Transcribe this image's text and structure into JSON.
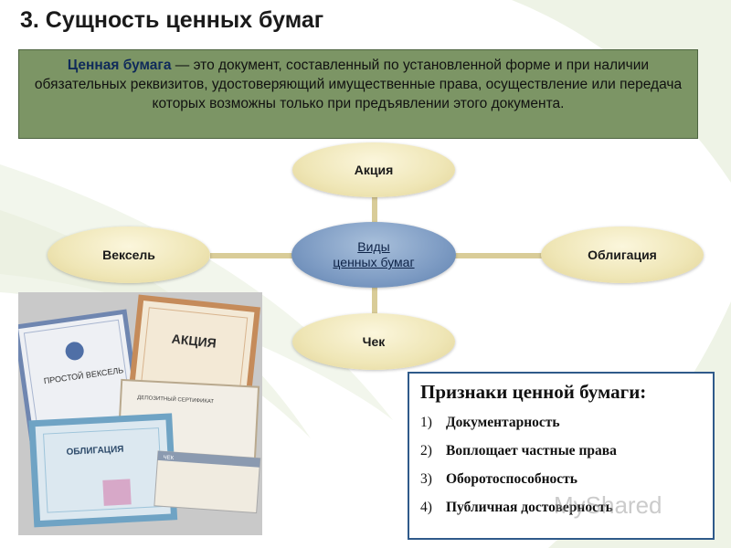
{
  "slide": {
    "title": "3. Сущность ценных бумаг"
  },
  "definition": {
    "term": "Ценная бумага",
    "text": " — это документ, составленный по установленной форме и при наличии обязательных реквизитов, удостоверяющий имущественные права, осуществление или передача которых возможны только при предъявлении этого документа."
  },
  "diagram": {
    "center_line1": "Виды",
    "center_line2": "ценных бумаг",
    "nodes": {
      "top": "Акция",
      "left": "Вексель",
      "right": "Облигация",
      "bottom": "Чек"
    }
  },
  "properties": {
    "title": "Признаки ценной бумаги:",
    "items": [
      {
        "num": "1)",
        "text": "Документарность"
      },
      {
        "num": "2)",
        "text": "Воплощает частные права"
      },
      {
        "num": "3)",
        "text": "Оборотоспособность"
      },
      {
        "num": "4)",
        "text": "Публичная достоверность"
      }
    ]
  },
  "photo": {
    "labels": {
      "veksel": "ПРОСТОЙ ВЕКСЕЛЬ",
      "akciya": "АКЦИЯ",
      "obligaciya": "ОБЛИГАЦИЯ",
      "cert": "ДЕПОЗИТНЫЙ СЕРТИФИКАТ",
      "chek": "ЧЕК"
    }
  },
  "watermark": {
    "text": "MyShared"
  },
  "colors": {
    "definition_bg": "#7c9565",
    "ellipse": "#efe6b6",
    "center": "#7d9bc3",
    "properties_border": "#2f5a8a"
  }
}
